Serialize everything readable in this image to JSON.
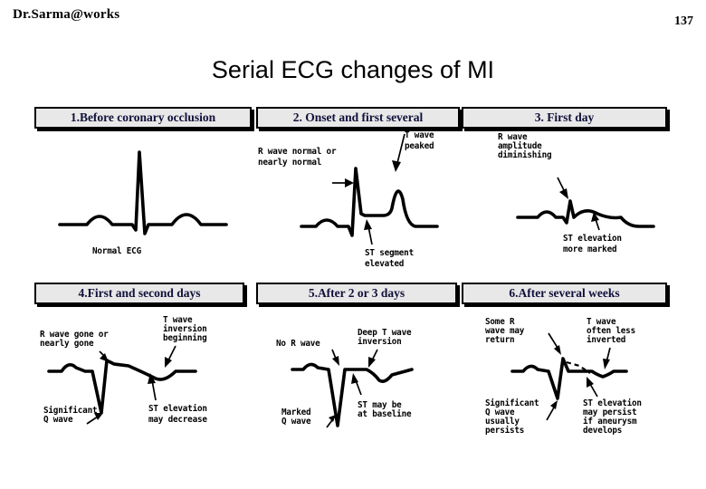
{
  "header": {
    "author": "Dr.Sarma@works",
    "page_number": "137"
  },
  "title": "Serial ECG changes of MI",
  "panels": [
    {
      "id": "panel-1",
      "heading": "1.Before coronary occlusion",
      "labels": [
        {
          "name": "normal-ecg",
          "text": "Normal ECG"
        }
      ]
    },
    {
      "id": "panel-2",
      "heading": "2. Onset and first several",
      "labels": [
        {
          "name": "r-wave-normal",
          "line1": "R wave normal or",
          "line2": "nearly normal"
        },
        {
          "name": "t-wave-peaked",
          "line1": "T wave",
          "line2": "peaked"
        },
        {
          "name": "st-segment-elevated",
          "line1": "ST segment",
          "line2": "elevated"
        }
      ]
    },
    {
      "id": "panel-3",
      "heading": "3. First day",
      "labels": [
        {
          "name": "r-wave-diminishing",
          "line1": "R wave",
          "line2": "amplitude",
          "line3": "diminishing"
        },
        {
          "name": "st-elevation-more-marked",
          "line1": "ST elevation",
          "line2": "more marked"
        }
      ]
    },
    {
      "id": "panel-4",
      "heading": "4.First and second days",
      "labels": [
        {
          "name": "r-wave-gone",
          "line1": "R wave gone or",
          "line2": "nearly gone"
        },
        {
          "name": "t-wave-inversion-beginning",
          "line1": "T wave",
          "line2": "inversion",
          "line3": "beginning"
        },
        {
          "name": "significant-q-wave",
          "line1": "Significant",
          "line2": "Q wave"
        },
        {
          "name": "st-elevation-may-decrease",
          "line1": "ST elevation",
          "line2": "may decrease"
        }
      ]
    },
    {
      "id": "panel-5",
      "heading": "5.After 2 or 3 days",
      "labels": [
        {
          "name": "no-r-wave",
          "line1": "No R wave"
        },
        {
          "name": "deep-t-wave-inversion",
          "line1": "Deep T wave",
          "line2": "inversion"
        },
        {
          "name": "marked-q-wave",
          "line1": "Marked",
          "line2": "Q wave"
        },
        {
          "name": "st-at-baseline",
          "line1": "ST may be",
          "line2": "at baseline"
        }
      ]
    },
    {
      "id": "panel-6",
      "heading": "6.After several weeks",
      "labels": [
        {
          "name": "some-r-wave-return",
          "line1": "Some R",
          "line2": "wave may",
          "line3": "return"
        },
        {
          "name": "t-wave-less-inverted",
          "line1": "T wave",
          "line2": "often less",
          "line3": "inverted"
        },
        {
          "name": "q-wave-persists",
          "line1": "Significant",
          "line2": "Q wave",
          "line3": "usually",
          "line4": "persists"
        },
        {
          "name": "st-elevation-aneurysm",
          "line1": "ST elevation",
          "line2": "may persist",
          "line3": "if aneurysm",
          "line4": "develops"
        }
      ]
    }
  ],
  "colors": {
    "text": "#000000",
    "heading_text": "#10103a",
    "heading_fill": "#e8e8e8",
    "background": "#ffffff"
  }
}
